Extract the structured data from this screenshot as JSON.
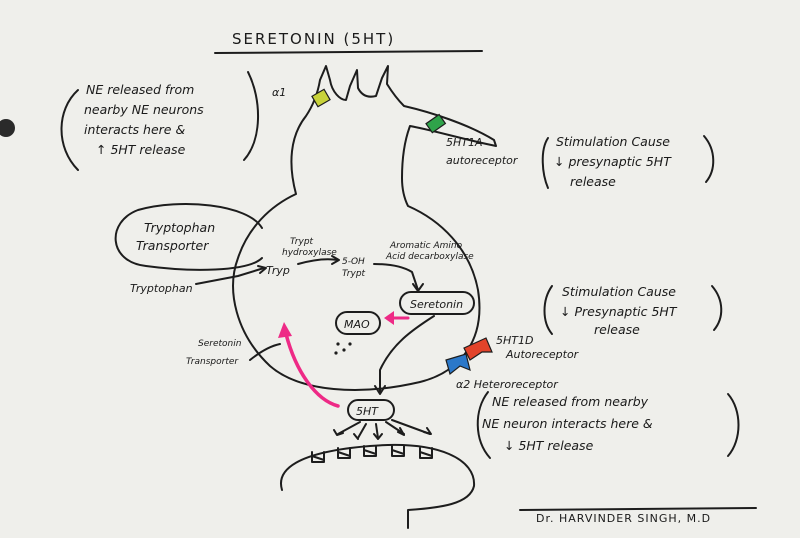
{
  "title": "SERETONIN (5HT)",
  "author": "Dr. HARVINDER SINGH, M.D",
  "note_ne_top": [
    "NE released from",
    "nearby NE neurons",
    "interacts here &",
    "↑ 5HT release"
  ],
  "alpha1_label": "α1",
  "r5ht1a_label": [
    "5HT1A",
    "autoreceptor"
  ],
  "note_5ht1a": [
    "Stimulation Cause",
    "↓ presynaptic 5HT",
    "release"
  ],
  "tryp_transporter": [
    "Tryptophan",
    "Transporter"
  ],
  "tryptophan": "Tryptophan",
  "tryp": "Tryp",
  "tryp_hydroxylase": [
    "Trypt",
    "hydroxylase"
  ],
  "oh_tryp": [
    "5-OH",
    "Trypt"
  ],
  "aaad": [
    "Aromatic Amino",
    "Acid decarboxylase"
  ],
  "serotonin_box": "Seretonin",
  "mao": "MAO",
  "serotonin_transporter": [
    "Seretonin",
    "Transporter"
  ],
  "r5ht1d_label": [
    "5HT1D",
    "Autoreceptor"
  ],
  "note_5ht1d": [
    "Stimulation Cause",
    "↓ Presynaptic 5HT",
    "release"
  ],
  "alpha2_label": "α2  Heteroreceptor",
  "note_ne_bottom": [
    "NE released from nearby",
    "NE neuron interacts here &",
    "↓ 5HT release"
  ],
  "five_ht": "5HT",
  "colors": {
    "ink": "#1d1d1d",
    "paper": "#efefeb",
    "alpha1_receptor": "#c8d23a",
    "r5ht1a_receptor": "#2fa34a",
    "r5ht1d_receptor": "#e2432a",
    "alpha2_receptor": "#2b78c9",
    "reuptake_arrow": "#ee2a86"
  }
}
